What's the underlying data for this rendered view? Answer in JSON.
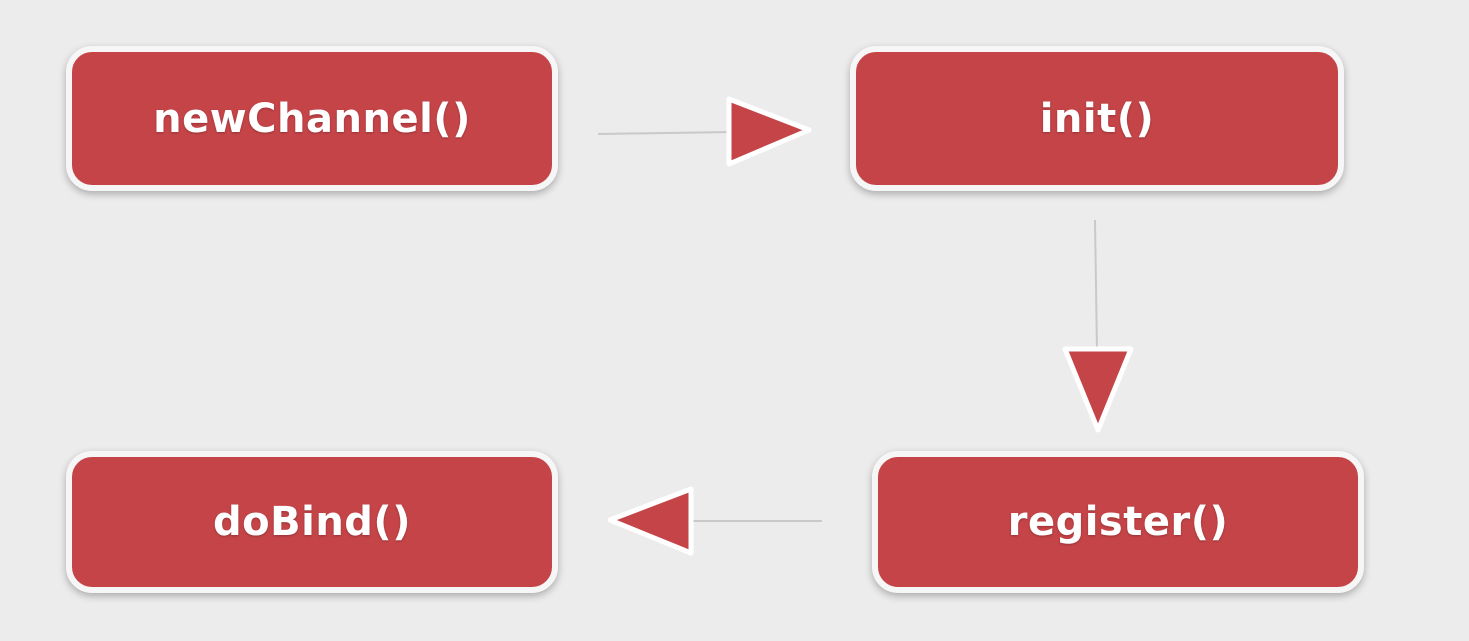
{
  "diagram": {
    "nodes": [
      {
        "id": "new-channel",
        "label": "newChannel()"
      },
      {
        "id": "init",
        "label": "init()"
      },
      {
        "id": "register",
        "label": "register()"
      },
      {
        "id": "do-bind",
        "label": "doBind()"
      }
    ],
    "edges": [
      {
        "from": "new-channel",
        "to": "init"
      },
      {
        "from": "init",
        "to": "register"
      },
      {
        "from": "register",
        "to": "do-bind"
      }
    ],
    "colors": {
      "node_fill": "#c54448",
      "node_border": "#f6f6f6",
      "node_text": "#ffffff",
      "arrow_fill": "#c54448",
      "arrow_outline": "#ffffff",
      "connector_line": "#c9c9c9",
      "background": "#ececec"
    }
  }
}
